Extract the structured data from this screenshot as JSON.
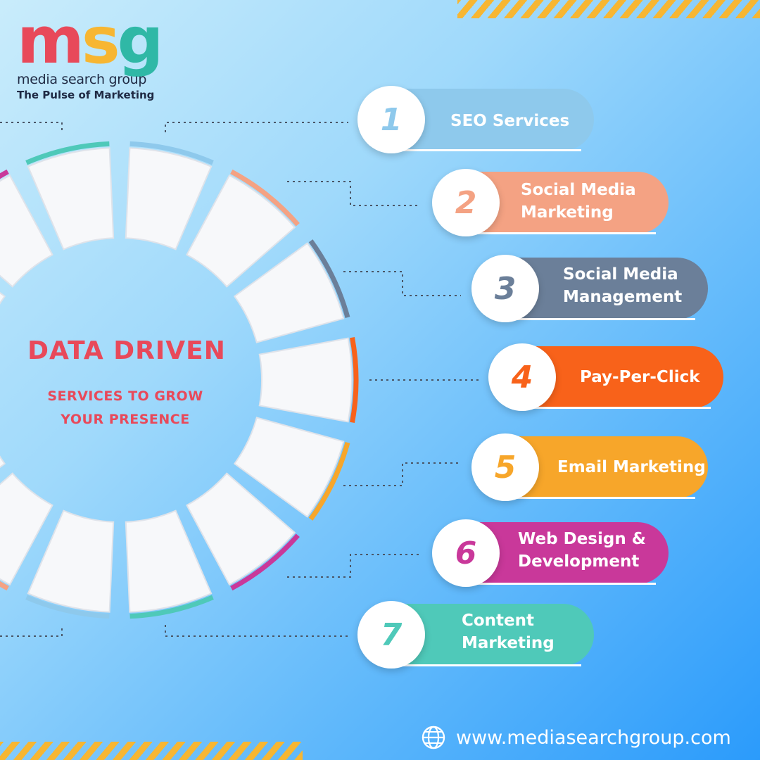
{
  "brand": {
    "logo_letters": [
      "m",
      "s",
      "g"
    ],
    "logo_colors": [
      "#e8495a",
      "#f7b632",
      "#2fb8a6"
    ],
    "name": "media search group",
    "tagline": "The Pulse of Marketing"
  },
  "center": {
    "title": "DATA DRIVEN",
    "subtitle_line1": "SERVICES TO GROW",
    "subtitle_line2": "YOUR PRESENCE"
  },
  "services": [
    {
      "number": "1",
      "line1": "SEO Services",
      "line2": "",
      "color": "#8ec9ec"
    },
    {
      "number": "2",
      "line1": "Social Media",
      "line2": "Marketing",
      "color": "#f4a283"
    },
    {
      "number": "3",
      "line1": "Social Media",
      "line2": "Management",
      "color": "#6b7f99"
    },
    {
      "number": "4",
      "line1": "Pay-Per-Click",
      "line2": "",
      "color": "#f8621a"
    },
    {
      "number": "5",
      "line1": "Email Marketing",
      "line2": "",
      "color": "#f7a62a"
    },
    {
      "number": "6",
      "line1": "Web Design &",
      "line2": "Development",
      "color": "#c9389a"
    },
    {
      "number": "7",
      "line1": "Content",
      "line2": "Marketing",
      "color": "#4fc9b9"
    }
  ],
  "footer": {
    "icon": "globe-icon",
    "url": "www.mediasearchgroup.com"
  },
  "accent_hatch_color": "#f7b632"
}
